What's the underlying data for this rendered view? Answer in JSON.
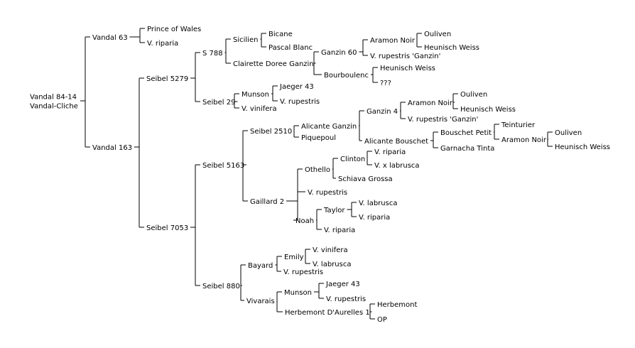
{
  "colors": {
    "line": "#000000",
    "text": "#000000",
    "background": "#ffffff"
  },
  "tree": {
    "name": [
      "Vandal 84-14",
      "Vandal-Cliche"
    ],
    "children": [
      {
        "name": "Vandal 63",
        "children": [
          {
            "name": "Prince of Wales"
          },
          {
            "name": "V. riparia"
          }
        ]
      },
      {
        "name": "Vandal 163",
        "children": [
          {
            "name": "Seibel 5279",
            "children": [
              {
                "name": "S 788",
                "children": [
                  {
                    "name": "Sicilien",
                    "children": [
                      {
                        "name": "Bicane"
                      },
                      {
                        "name": "Pascal Blanc"
                      }
                    ]
                  },
                  {
                    "name": "Clairette Doree Ganzin",
                    "children": [
                      {
                        "name": "Ganzin 60",
                        "children": [
                          {
                            "name": "Aramon Noir",
                            "children": [
                              {
                                "name": "Ouliven"
                              },
                              {
                                "name": "Heunisch Weiss"
                              }
                            ]
                          },
                          {
                            "name": "V. rupestris 'Ganzin'"
                          }
                        ]
                      },
                      {
                        "name": "Bourboulenc",
                        "children": [
                          {
                            "name": "Heunisch Weiss"
                          },
                          {
                            "name": "???"
                          }
                        ]
                      }
                    ]
                  }
                ]
              },
              {
                "name": "Seibel 29",
                "children": [
                  {
                    "name": "Munson",
                    "children": [
                      {
                        "name": "Jaeger 43"
                      },
                      {
                        "name": "V. rupestris"
                      }
                    ]
                  },
                  {
                    "name": "V. vinifera"
                  }
                ]
              }
            ]
          },
          {
            "name": "Seibel 7053",
            "children": [
              {
                "name": "Seibel 5163",
                "children": [
                  {
                    "name": "Seibel 2510",
                    "children": [
                      {
                        "name": "Alicante Ganzin",
                        "children": [
                          {
                            "name": "Ganzin 4",
                            "children": [
                              {
                                "name": "Aramon Noir",
                                "children": [
                                  {
                                    "name": "Ouliven"
                                  },
                                  {
                                    "name": "Heunisch Weiss"
                                  }
                                ]
                              },
                              {
                                "name": "V. rupestris 'Ganzin'"
                              }
                            ]
                          },
                          {
                            "name": "Alicante Bouschet",
                            "children": [
                              {
                                "name": "Bouschet Petit",
                                "children": [
                                  {
                                    "name": "Teinturier"
                                  },
                                  {
                                    "name": "Aramon Noir",
                                    "children": [
                                      {
                                        "name": "Ouliven"
                                      },
                                      {
                                        "name": "Heunisch Weiss"
                                      }
                                    ]
                                  }
                                ]
                              },
                              {
                                "name": "Garnacha Tinta"
                              }
                            ]
                          }
                        ]
                      },
                      {
                        "name": "Piquepoul"
                      }
                    ]
                  },
                  {
                    "name": "Gaillard 2",
                    "children": [
                      {
                        "name": "Othello",
                        "children": [
                          {
                            "name": "Clinton",
                            "children": [
                              {
                                "name": "V. riparia"
                              },
                              {
                                "name": "V. x labrusca"
                              }
                            ]
                          },
                          {
                            "name": "Schiava Grossa"
                          }
                        ]
                      },
                      {
                        "name": "V. rupestris"
                      },
                      {
                        "name": "Noah",
                        "children": [
                          {
                            "name": "Taylor",
                            "children": [
                              {
                                "name": "V. labrusca"
                              },
                              {
                                "name": "V. riparia"
                              }
                            ]
                          },
                          {
                            "name": "V. riparia"
                          }
                        ]
                      }
                    ]
                  }
                ]
              },
              {
                "name": "Seibel 880",
                "children": [
                  {
                    "name": "Bayard",
                    "children": [
                      {
                        "name": "Emily",
                        "children": [
                          {
                            "name": "V. vinifera"
                          },
                          {
                            "name": "V. labrusca"
                          }
                        ]
                      },
                      {
                        "name": "V. rupestris"
                      }
                    ]
                  },
                  {
                    "name": "Vivarais",
                    "children": [
                      {
                        "name": "Munson",
                        "children": [
                          {
                            "name": "Jaeger 43"
                          },
                          {
                            "name": "V. rupestris"
                          }
                        ]
                      },
                      {
                        "name": "Herbemont D'Aurelles 1",
                        "children": [
                          {
                            "name": "Herbemont"
                          },
                          {
                            "name": "OP"
                          }
                        ]
                      }
                    ]
                  }
                ]
              }
            ]
          }
        ]
      }
    ]
  }
}
